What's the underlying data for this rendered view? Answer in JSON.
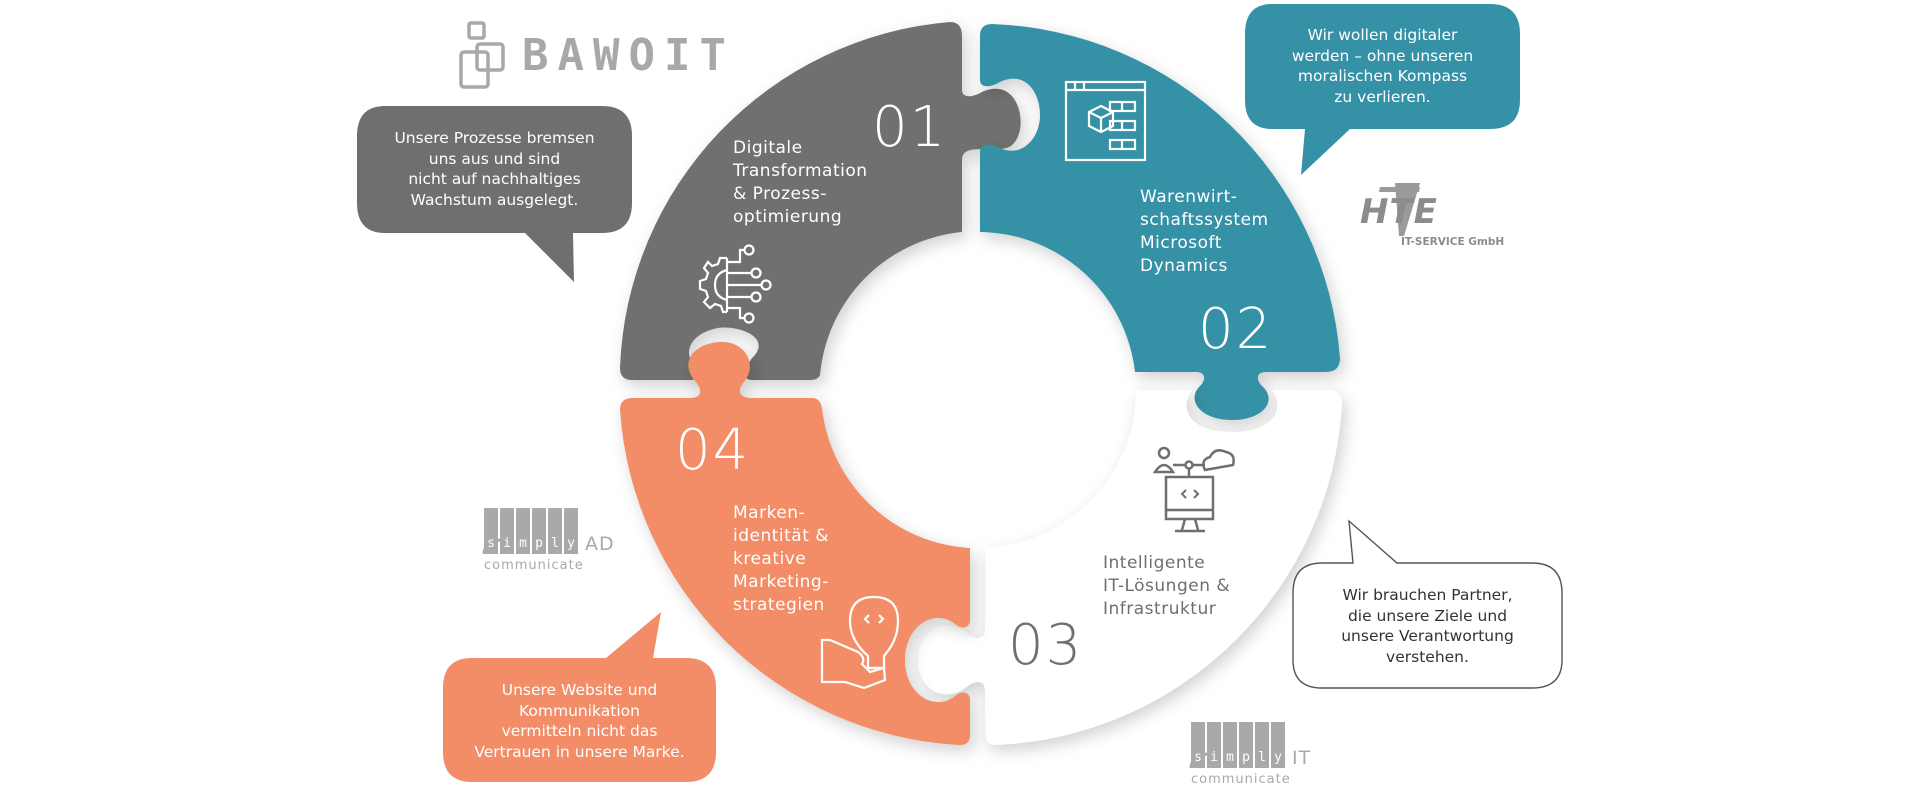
{
  "colors": {
    "gray": "#6f6f6e",
    "teal": "#3591a6",
    "orange": "#f28d68",
    "white_piece": "#ffffff",
    "logo_gray": "#a8a8a8",
    "dark_text": "#333333"
  },
  "logos": {
    "bawoit": {
      "text": "BAWOIT"
    },
    "hte": {
      "text": "HTE",
      "subtitle": "IT-SERVICE GmbH"
    },
    "simply_ad": {
      "letters": [
        "s",
        "i",
        "m",
        "p",
        "l",
        "y"
      ],
      "suffix": "AD",
      "tagline": "communicate"
    },
    "simply_it": {
      "letters": [
        "s",
        "i",
        "m",
        "p",
        "l",
        "y"
      ],
      "suffix": "IT",
      "tagline": "communicate"
    }
  },
  "pieces": [
    {
      "number": "01",
      "title": "Digitale\nTransformation\n& Prozess-\noptimierung",
      "icon": "gear-circuit-icon",
      "color": "gray"
    },
    {
      "number": "02",
      "title": "Warenwirt-\nschaftssystem\nMicrosoft\nDynamics",
      "icon": "erp-window-icon",
      "color": "teal"
    },
    {
      "number": "03",
      "title": "Intelligente\nIT-Lösungen &\nInfrastruktur",
      "icon": "monitor-network-icon",
      "color": "white"
    },
    {
      "number": "04",
      "title": "Marken-\nidentität &\nkreative\nMarketing-\nstrategien",
      "icon": "lightbulb-hand-icon",
      "color": "orange"
    }
  ],
  "bubbles": [
    {
      "text": "Unsere Prozesse bremsen\nuns aus und sind\nnicht auf nachhaltiges\nWachstum ausgelegt.",
      "color": "gray"
    },
    {
      "text": "Wir wollen digitaler\nwerden – ohne unseren\nmoralischen Kompass\nzu verlieren.",
      "color": "teal"
    },
    {
      "text": "Wir brauchen Partner,\ndie unsere Ziele und\nunsere Verantwortung\nverstehen.",
      "color": "white"
    },
    {
      "text": "Unsere Website und\nKommunikation\nvermitteln nicht das\nVertrauen in unsere Marke.",
      "color": "orange"
    }
  ]
}
